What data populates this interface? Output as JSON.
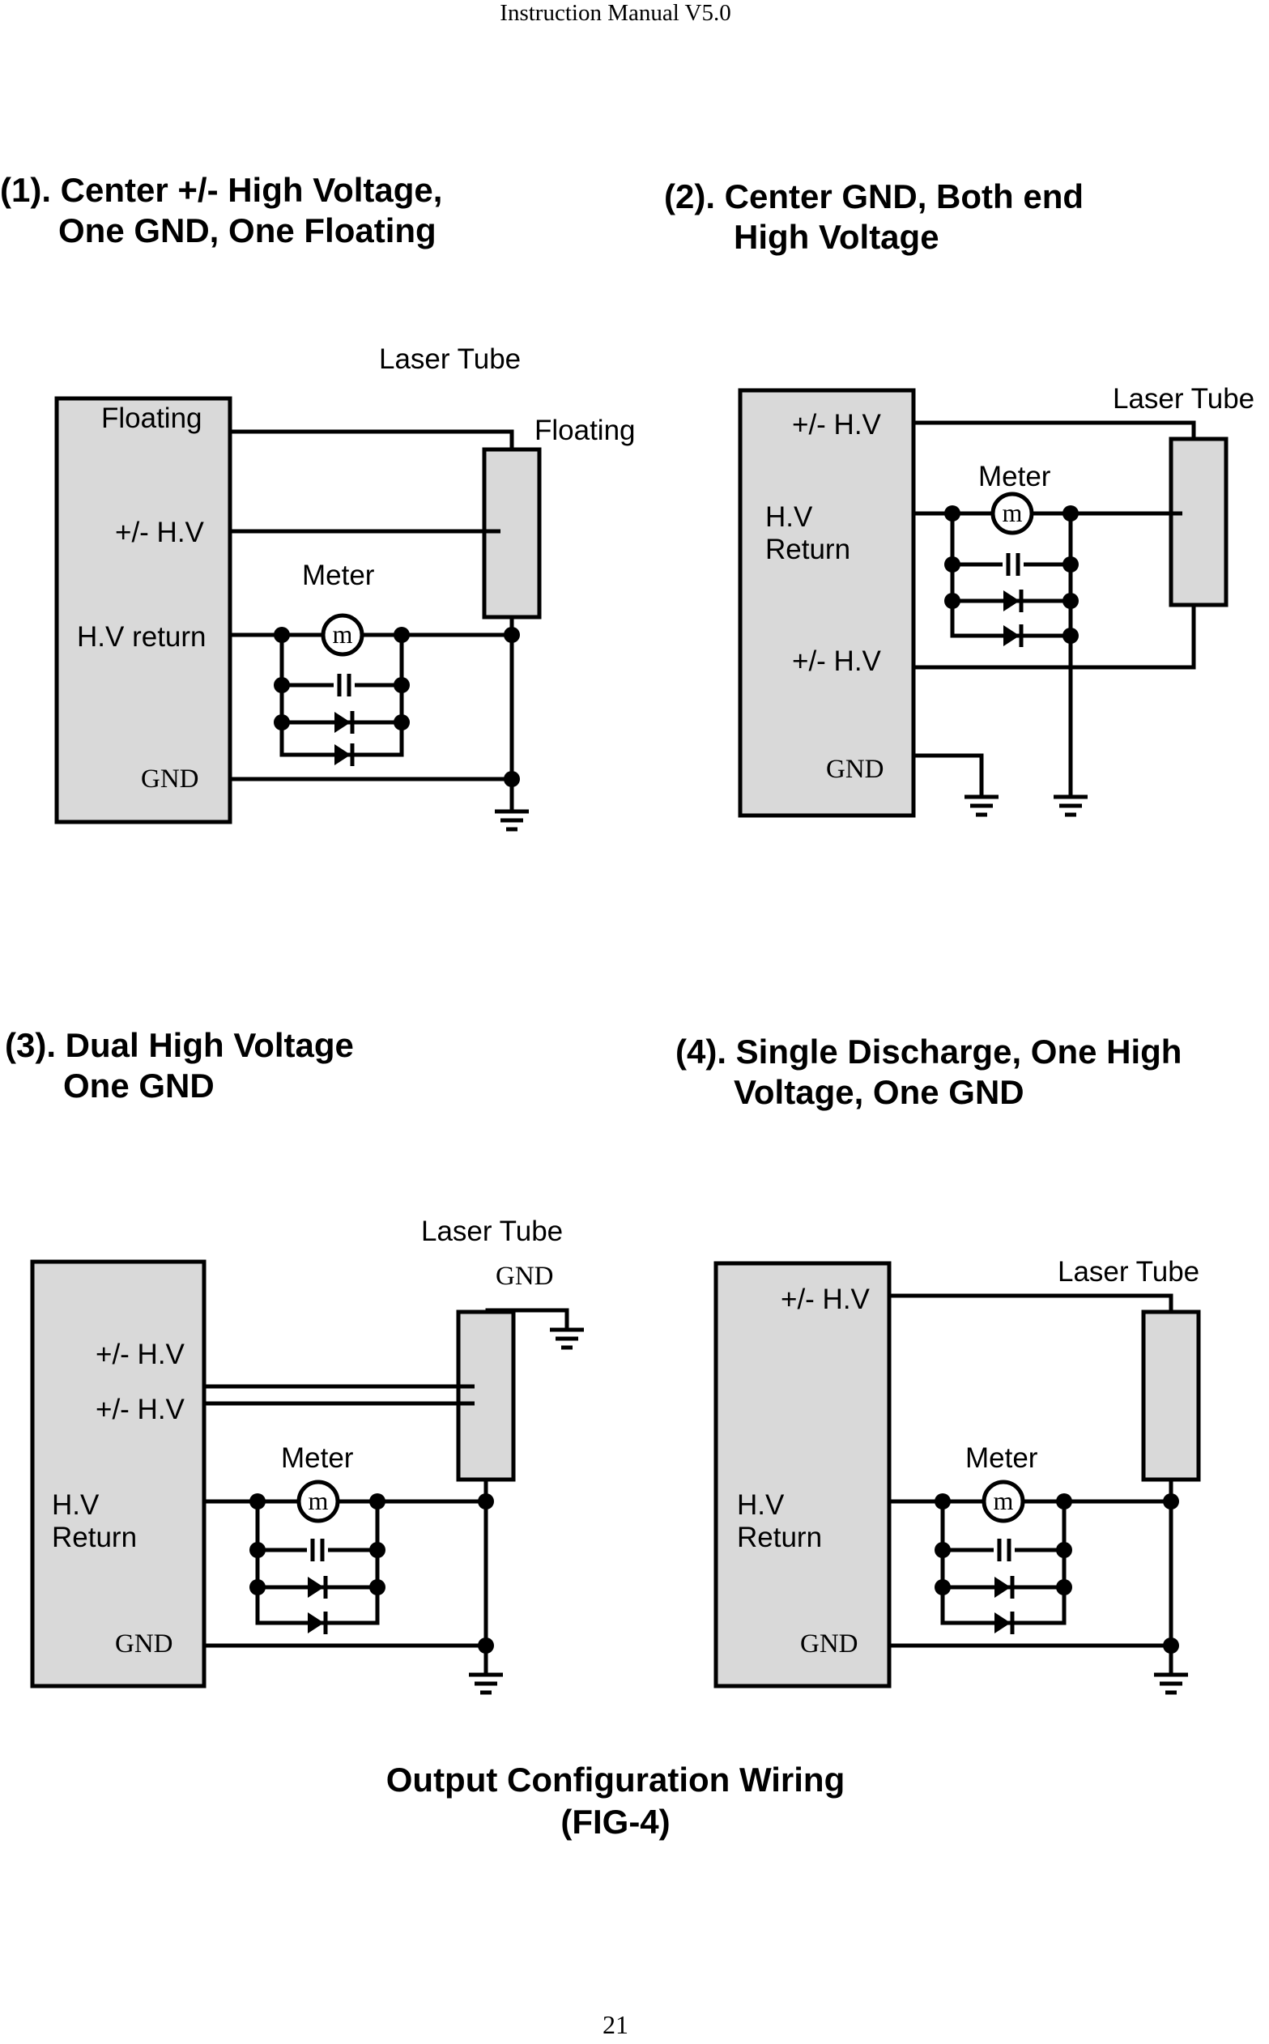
{
  "header": {
    "text": "Instruction Manual V5.0"
  },
  "panels": [
    {
      "id": 1,
      "caption": [
        "(1). Center +/- High Voltage,",
        "One GND, One Floating"
      ],
      "labels": {
        "laser_tube": "Laser Tube",
        "floating_box": "Floating",
        "floating_tube": "Floating",
        "hv": "+/- H.V",
        "meter": "Meter",
        "hv_return": "H.V return",
        "gnd": "GND",
        "meter_symbol": "m"
      }
    },
    {
      "id": 2,
      "caption": [
        "(2). Center GND, Both end",
        "High Voltage"
      ],
      "labels": {
        "laser_tube": "Laser Tube",
        "hv_top": "+/-  H.V",
        "meter": "Meter",
        "hv_return_1": "H.V",
        "hv_return_2": "Return",
        "hv_bottom": "+/-  H.V",
        "gnd": "GND",
        "meter_symbol": "m"
      }
    },
    {
      "id": 3,
      "caption": [
        "(3). Dual High Voltage",
        "One GND"
      ],
      "labels": {
        "laser_tube": "Laser Tube",
        "tube_gnd": "GND",
        "hv_1": "+/- H.V",
        "hv_2": "+/- H.V",
        "meter": "Meter",
        "hv_return_1": "H.V",
        "hv_return_2": "Return",
        "gnd": "GND",
        "meter_symbol": "m"
      }
    },
    {
      "id": 4,
      "caption": [
        "(4). Single Discharge, One High",
        "Voltage, One GND"
      ],
      "labels": {
        "laser_tube": "Laser Tube",
        "hv": "+/- H.V",
        "meter": "Meter",
        "hv_return_1": "H.V",
        "hv_return_2": "Return",
        "gnd": "GND",
        "meter_symbol": "m"
      }
    }
  ],
  "figure_caption": [
    "Output Configuration Wiring",
    "(FIG-4)"
  ],
  "page_number": "21"
}
